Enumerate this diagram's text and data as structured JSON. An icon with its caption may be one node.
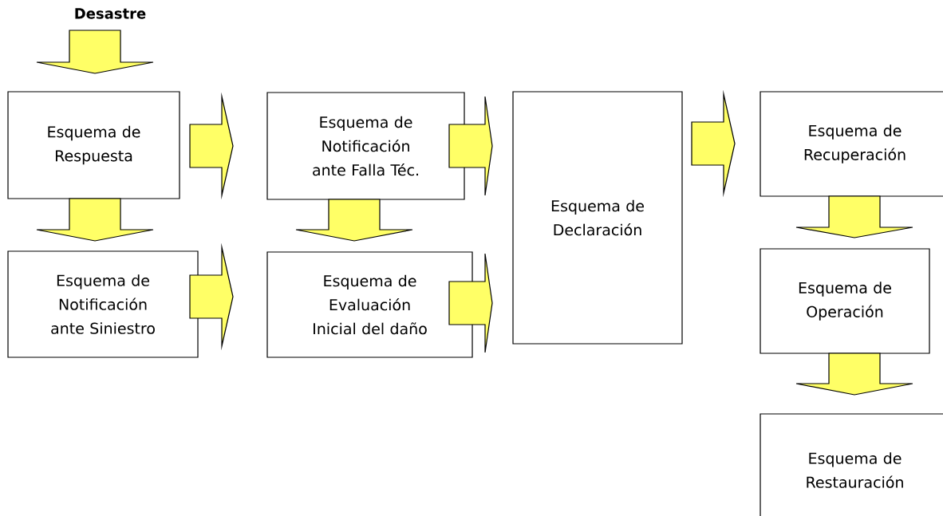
{
  "diagram": {
    "nodes": [
      {
        "text": [
          "Desastre"
        ]
      },
      {
        "text": [
          "Esquema de Respuesta"
        ]
      },
      {
        "text": [
          "Esquema de Notificación ante Siniestro"
        ]
      },
      {
        "text": [
          "Esquema de Notificación ante Falla Téc."
        ]
      },
      {
        "text": [
          "Esquema de Evaluación Inicial del daño"
        ]
      },
      {
        "text": [
          "Esquema de Declaración"
        ]
      },
      {
        "text": [
          "Esquema de Recuperación"
        ]
      },
      {
        "text": [
          "Esquema de Operación"
        ]
      },
      {
        "text": [
          "Esquema de Restauración"
        ]
      }
    ],
    "edges": [
      {
        "from": 0,
        "to": 1,
        "arrow": "to"
      },
      {
        "from": 1,
        "to": 2,
        "arrow": "to"
      },
      {
        "from": 1,
        "to": 3,
        "arrow": "to"
      },
      {
        "from": 3,
        "to": 4,
        "arrow": "to"
      },
      {
        "from": 2,
        "to": 4,
        "arrow": "to"
      },
      {
        "from": 3,
        "to": 5,
        "arrow": "to"
      },
      {
        "from": 4,
        "to": 5,
        "arrow": "to"
      },
      {
        "from": 5,
        "to": 6,
        "arrow": "to"
      },
      {
        "from": 6,
        "to": 7,
        "arrow": "to"
      },
      {
        "from": 7,
        "to": 8,
        "arrow": "to"
      }
    ]
  }
}
